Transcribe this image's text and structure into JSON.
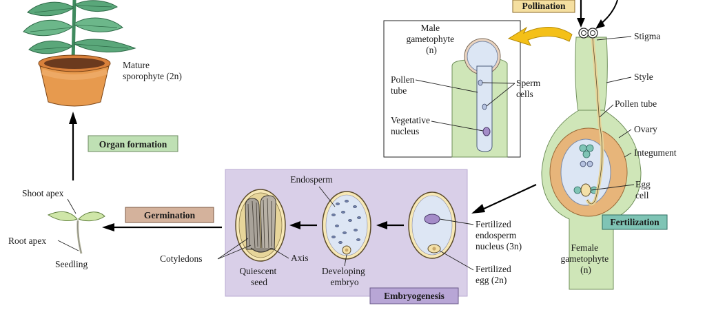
{
  "stages": {
    "pollination": "Pollination",
    "fertilization": "Fertilization",
    "embryogenesis": "Embryogenesis",
    "germination": "Germination",
    "organ_formation": "Organ formation"
  },
  "labels": {
    "mature_sporophyte": [
      "Mature",
      "sporophyte (2n)"
    ],
    "male_gametophyte": [
      "Male",
      "gametophyte",
      "(n)"
    ],
    "pollen_tube_inset": [
      "Pollen",
      "tube"
    ],
    "sperm_cells": [
      "Sperm",
      "cells"
    ],
    "vegetative_nucleus": [
      "Vegetative",
      "nucleus"
    ],
    "stigma": "Stigma",
    "style": "Style",
    "pollen_tube": "Pollen tube",
    "ovary": "Ovary",
    "integument": "Integument",
    "egg_cell": [
      "Egg",
      "cell"
    ],
    "female_gametophyte": [
      "Female",
      "gametophyte",
      "(n)"
    ],
    "fertilized_endosperm_nucleus": [
      "Fertilized",
      "endosperm",
      "nucleus (3n)"
    ],
    "fertilized_egg": [
      "Fertilized",
      "egg (2n)"
    ],
    "endosperm": "Endosperm",
    "developing_embryo": [
      "Developing",
      "embryo"
    ],
    "quiescent_seed": [
      "Quiescent",
      "seed"
    ],
    "axis": "Axis",
    "cotyledons": "Cotyledons",
    "shoot_apex": "Shoot apex",
    "root_apex": "Root apex",
    "seedling": "Seedling"
  },
  "colors": {
    "stage_pollination": "#f5dfa0",
    "stage_fertilization": "#7fc4b5",
    "stage_embryogenesis": "#b8a6d6",
    "stage_germination": "#d4b29c",
    "stage_organ_formation": "#bfe0b4",
    "embryogenesis_panel": "#d9cfe8",
    "plant_tissue": "#cfe6b8",
    "ovary_wall": "#e7b57a",
    "gametophyte": "#dce6f4",
    "pot": "#e79a4e",
    "leaf": "#5aa77a",
    "yellow_arrow": "#f4c018"
  }
}
